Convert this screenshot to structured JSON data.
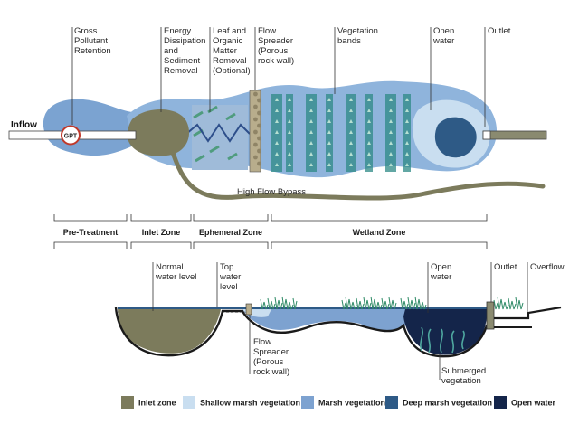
{
  "colors": {
    "outer_water": "#7ba3d1",
    "wetland_body": "#8fb4dc",
    "inlet_zone": "#7c7b5c",
    "shallow_marsh": "#c9def0",
    "marsh": "#7da2d0",
    "deep_marsh": "#2e5a86",
    "open_water": "#14254a",
    "vegetation_band": "#2e8a86",
    "pipe_outline": "#444444"
  },
  "plan_view": {
    "inflow_label": "Inflow",
    "gpt_label": "GPT",
    "high_flow_bypass_label": "High Flow Bypass",
    "callouts": [
      {
        "id": "gross-pollutant",
        "lines": [
          "Gross",
          "Pollutant",
          "Retention"
        ]
      },
      {
        "id": "energy-dissipation",
        "lines": [
          "Energy",
          "Dissipation",
          "and",
          "Sediment",
          "Removal"
        ]
      },
      {
        "id": "leaf-organic",
        "lines": [
          "Leaf and",
          "Organic",
          "Matter",
          "Removal",
          "(Optional)"
        ]
      },
      {
        "id": "flow-spreader",
        "lines": [
          "Flow",
          "Spreader",
          "(Porous",
          "rock wall)"
        ]
      },
      {
        "id": "vegetation-bands",
        "lines": [
          "Vegetation",
          "bands"
        ]
      },
      {
        "id": "open-water",
        "lines": [
          "Open",
          "water"
        ]
      },
      {
        "id": "outlet",
        "lines": [
          "Outlet"
        ]
      }
    ]
  },
  "zones": [
    {
      "id": "pre-treatment",
      "label": "Pre-Treatment"
    },
    {
      "id": "inlet",
      "label": "Inlet Zone"
    },
    {
      "id": "ephemeral",
      "label": "Ephemeral Zone"
    },
    {
      "id": "wetland",
      "label": "Wetland Zone"
    }
  ],
  "section_view": {
    "callouts": [
      {
        "id": "normal-water-level",
        "lines": [
          "Normal",
          "water level"
        ]
      },
      {
        "id": "top-water-level",
        "lines": [
          "Top",
          "water",
          "level"
        ]
      },
      {
        "id": "open-water",
        "lines": [
          "Open",
          "water"
        ]
      },
      {
        "id": "outlet",
        "lines": [
          "Outlet"
        ]
      },
      {
        "id": "overflow",
        "lines": [
          "Overflow"
        ]
      },
      {
        "id": "flow-spreader",
        "lines": [
          "Flow",
          "Spreader",
          "(Porous",
          "rock wall)"
        ]
      },
      {
        "id": "submerged-vegetation",
        "lines": [
          "Submerged",
          "vegetation"
        ]
      }
    ]
  },
  "legend": [
    {
      "id": "inlet-zone",
      "label": "Inlet zone",
      "color": "#7c7b5c"
    },
    {
      "id": "shallow-marsh",
      "label": "Shallow marsh vegetation",
      "color": "#c9def0"
    },
    {
      "id": "marsh",
      "label": "Marsh vegetation",
      "color": "#7da2d0"
    },
    {
      "id": "deep-marsh",
      "label": "Deep marsh vegetation",
      "color": "#2e5a86"
    },
    {
      "id": "open-water",
      "label": "Open water",
      "color": "#14254a"
    }
  ]
}
